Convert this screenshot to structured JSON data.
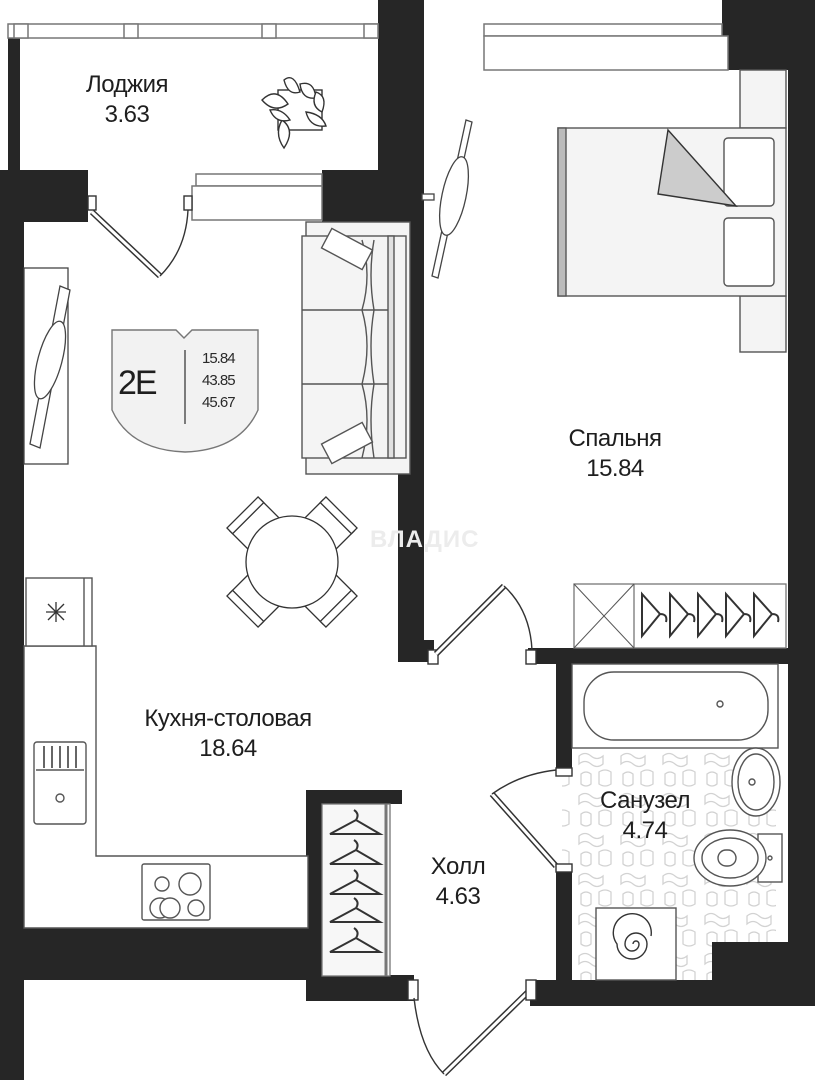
{
  "plan": {
    "type": "apartment-floor-plan",
    "colors": {
      "wall": "#262626",
      "furniture_fill": "#f4f4f4",
      "line": "#555555",
      "text": "#1e1e1e"
    },
    "badge": {
      "code": "2E",
      "values": [
        "15.84",
        "43.85",
        "45.67"
      ]
    },
    "watermark": "ВЛАДИС",
    "rooms": [
      {
        "name": "Лоджия",
        "area": "3.63"
      },
      {
        "name": "Спальня",
        "area": "15.84"
      },
      {
        "name": "Кухня-столовая",
        "area": "18.64"
      },
      {
        "name": "Холл",
        "area": "4.63"
      },
      {
        "name": "Санузел",
        "area": "4.74"
      }
    ],
    "furniture": [
      "plant",
      "sofa",
      "tv",
      "bed",
      "dining-table",
      "fridge",
      "sink",
      "stove",
      "wardrobe",
      "bathtub",
      "washbasin",
      "toilet",
      "washing-machine"
    ]
  }
}
